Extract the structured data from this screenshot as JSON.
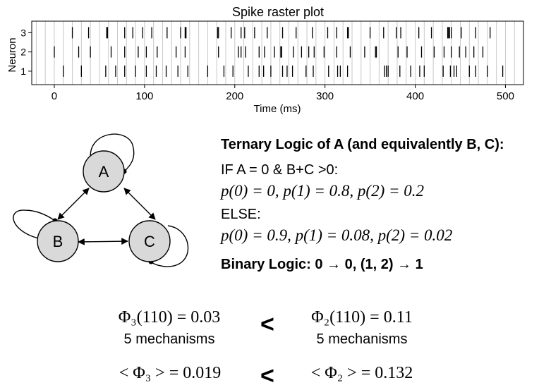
{
  "colors": {
    "node_fill": "#d9d9d9",
    "spike": "#000000",
    "gridline": "#c8c8c8"
  },
  "raster": {
    "title": "Spike raster plot",
    "xlabel": "Time (ms)",
    "ylabel": "Neuron"
  },
  "chart_data": {
    "type": "scatter",
    "title": "Spike raster plot",
    "xlabel": "Time (ms)",
    "ylabel": "Neuron",
    "xlim": [
      -25,
      520
    ],
    "ylim": [
      0.3,
      3.6
    ],
    "x_ticks": [
      0,
      100,
      200,
      300,
      400,
      500
    ],
    "y_ticks": [
      1,
      2,
      3
    ],
    "grid": "vertical lines every 10 ms",
    "series": [
      {
        "name": "1",
        "values": [
          10,
          30,
          57,
          68,
          78,
          90,
          102,
          113,
          124,
          137,
          148,
          170,
          188,
          198,
          215,
          227,
          232,
          240,
          253,
          258,
          264,
          279,
          287,
          304,
          314,
          317,
          325,
          366,
          368,
          370,
          383,
          395,
          405,
          410,
          431,
          439,
          443,
          446,
          460,
          467,
          480,
          497
        ]
      },
      {
        "name": "2",
        "values": [
          0,
          27,
          40,
          63,
          78,
          93,
          102,
          114,
          135,
          145,
          182,
          204,
          207,
          212,
          227,
          233,
          244,
          251,
          252,
          265,
          274,
          282,
          288,
          299,
          313,
          328,
          344,
          356,
          357,
          381,
          391,
          407,
          421,
          432,
          440,
          449,
          456,
          465,
          475
        ]
      },
      {
        "name": "3",
        "values": [
          20,
          38,
          58,
          59,
          78,
          87,
          98,
          108,
          125,
          140,
          145,
          146,
          181,
          182,
          196,
          207,
          211,
          222,
          236,
          253,
          268,
          286,
          303,
          313,
          325,
          326,
          350,
          365,
          379,
          384,
          404,
          418,
          436,
          437,
          438,
          440,
          451,
          467,
          483
        ]
      }
    ]
  },
  "network": {
    "nodes": [
      {
        "id": "a",
        "label": "A"
      },
      {
        "id": "b",
        "label": "B"
      },
      {
        "id": "c",
        "label": "C"
      }
    ]
  },
  "logic": {
    "title": "Ternary Logic of A (and equivalently B, C):",
    "if_line": "IF A = 0 & B+C >0:",
    "formula1": "p(0) = 0, p(1) = 0.8, p(2) = 0.2",
    "else_line": "ELSE:",
    "formula2": "p(0) = 0.9, p(1) = 0.08, p(2) = 0.02",
    "binary": "Binary Logic: 0 → 0, (1, 2) → 1"
  },
  "comparison": {
    "phi3": "Φ₃(110) = 0.03",
    "phi3_mech": "5 mechanisms",
    "phi2": "Φ₂(110) = 0.11",
    "phi2_mech": "5 mechanisms",
    "avg3": "< Φ₃ > = 0.019",
    "avg2": "< Φ₂ > = 0.132",
    "lt_symbol": "<"
  }
}
